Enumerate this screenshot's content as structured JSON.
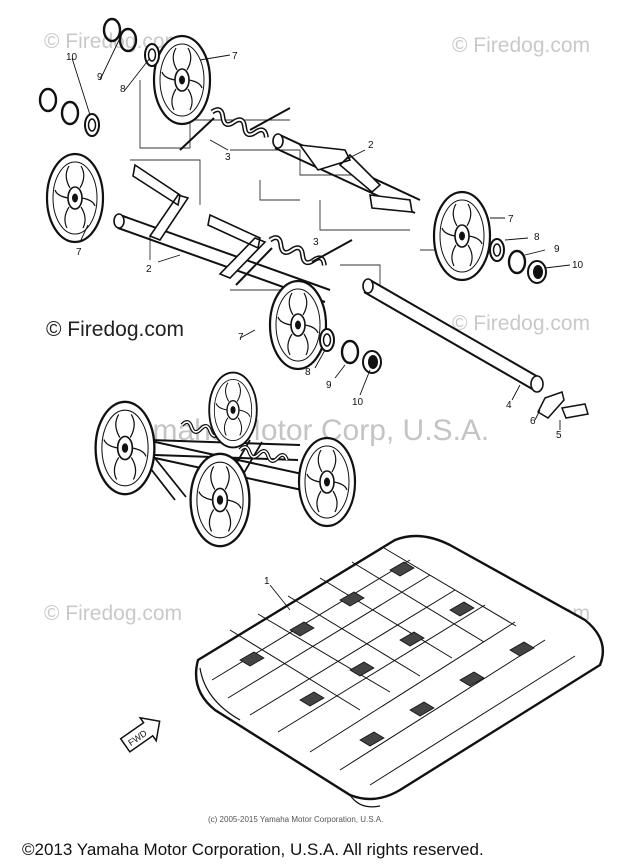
{
  "watermarks": {
    "top_left": "© Firedog.com",
    "top_right": "© Firedog.com",
    "middle_right": "© Firedog.com",
    "lower_left": "© Firedog.com",
    "lower_right": "© Firedog.com",
    "brand": "© Firedog.com",
    "center": "Yamaha Motor Corp, U.S.A."
  },
  "callouts": {
    "c1": "1",
    "c2a": "2",
    "c2b": "2",
    "c3a": "3",
    "c3b": "3",
    "c4": "4",
    "c5": "5",
    "c6": "6",
    "c7a": "7",
    "c7b": "7",
    "c7c": "7",
    "c7d": "7",
    "c8a": "8",
    "c8b": "8",
    "c8c": "8",
    "c9a": "9",
    "c9b": "9",
    "c9c": "9",
    "c10a": "10",
    "c10b": "10",
    "c10c": "10"
  },
  "fwd_label": "FWD",
  "small_copyright": "(c) 2005-2015 Yamaha Motor Corporation, U.S.A.",
  "footer": "©2013 Yamaha Motor Corporation, U.S.A. All rights reserved."
}
